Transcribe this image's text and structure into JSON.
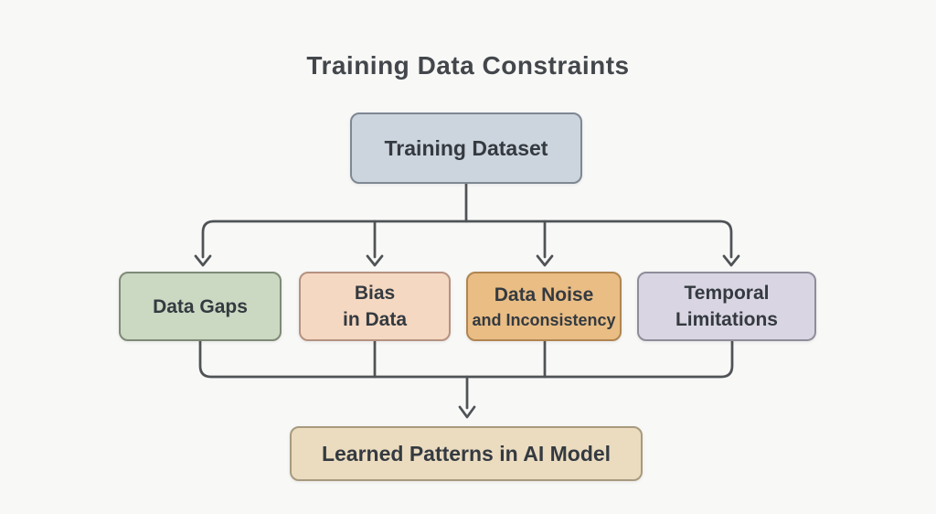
{
  "title": "Training Data Constraints",
  "colors": {
    "background": "#f8f8f7",
    "connector": "#4f5356",
    "title_text": "#43474b",
    "node_text": "#343a40"
  },
  "nodes": {
    "root": {
      "label": "Training Dataset",
      "fill": "#ccd4dd",
      "border": "#7e8893"
    },
    "children": [
      {
        "id": "data-gaps",
        "lines": [
          "Data Gaps"
        ],
        "fill": "#cbd8c2",
        "border": "#7e8a76"
      },
      {
        "id": "bias-in-data",
        "lines": [
          "Bias",
          "in Data"
        ],
        "fill": "#f5d8c2",
        "border": "#b59280"
      },
      {
        "id": "data-noise-and-inconsistency",
        "lines": [
          "Data Noise",
          "and Inconsistency"
        ],
        "fill": "#e9bd84",
        "border": "#b08550"
      },
      {
        "id": "temporal-limitations",
        "lines": [
          "Temporal",
          "Limitations"
        ],
        "fill": "#d9d5e2",
        "border": "#8f8d9a"
      }
    ],
    "result": {
      "label": "Learned Patterns in AI Model",
      "fill": "#ebdcc0",
      "border": "#a89a7e"
    }
  }
}
